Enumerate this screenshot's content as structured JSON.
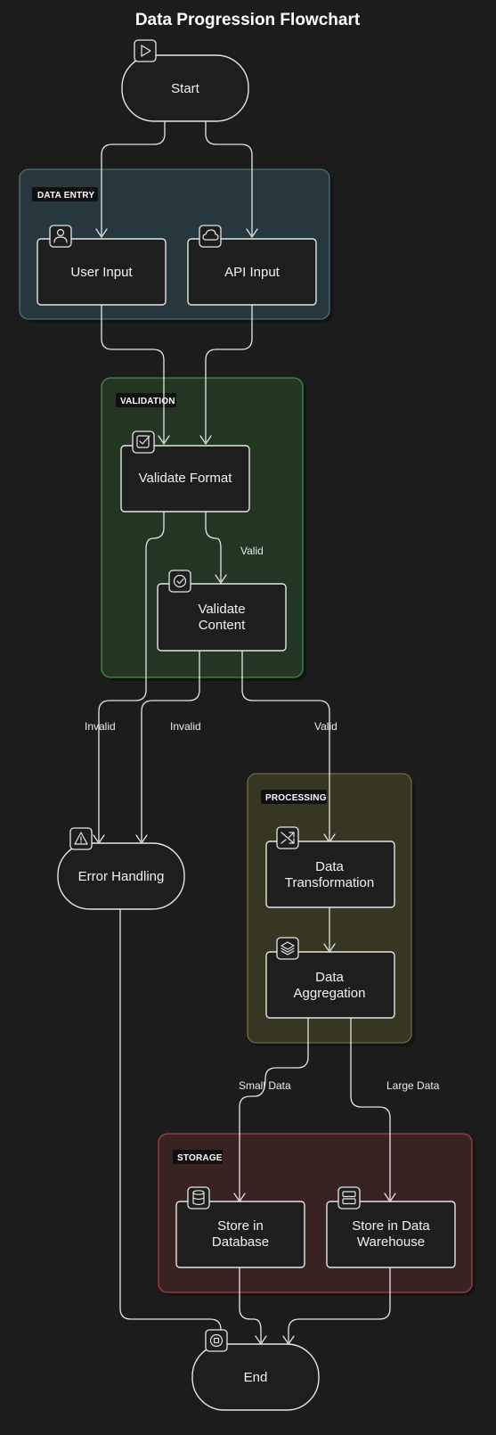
{
  "title": "Data Progression Flowchart",
  "colors": {
    "background": "#1c1c1c",
    "stroke": "#e6e6e6",
    "data_entry_fill": "#2b3e46",
    "data_entry_stroke": "#5d7c86",
    "validation_fill": "#243a24",
    "validation_stroke": "#4d9a4d",
    "processing_fill": "#3a3a24",
    "processing_stroke": "#76764a",
    "storage_fill": "#3e2424",
    "storage_stroke": "#b04a40"
  },
  "groups": {
    "data_entry": "DATA ENTRY",
    "validation": "VALIDATION",
    "processing": "PROCESSING",
    "storage": "STORAGE"
  },
  "nodes": {
    "start": [
      "Start"
    ],
    "user_input": [
      "User Input"
    ],
    "api_input": [
      "API Input"
    ],
    "validate_format": [
      "Validate Format"
    ],
    "validate_content": [
      "Validate",
      "Content"
    ],
    "error_handling": [
      "Error Handling"
    ],
    "data_transformation": [
      "Data",
      "Transformation"
    ],
    "data_aggregation": [
      "Data",
      "Aggregation"
    ],
    "store_database": [
      "Store in",
      "Database"
    ],
    "store_warehouse": [
      "Store in Data",
      "Warehouse"
    ],
    "end": [
      "End"
    ]
  },
  "icons": {
    "start": "play-icon",
    "user_input": "user-icon",
    "api_input": "cloud-icon",
    "validate_format": "checkbox-icon",
    "validate_content": "check-circle-icon",
    "error_handling": "warning-icon",
    "data_transformation": "shuffle-icon",
    "data_aggregation": "layers-icon",
    "store_database": "database-icon",
    "store_warehouse": "server-icon",
    "end": "stop-icon"
  },
  "edges": {
    "format_valid": "Valid",
    "format_invalid": "Invalid",
    "content_invalid": "Invalid",
    "content_valid": "Valid",
    "small_data": "Small Data",
    "large_data": "Large Data"
  }
}
